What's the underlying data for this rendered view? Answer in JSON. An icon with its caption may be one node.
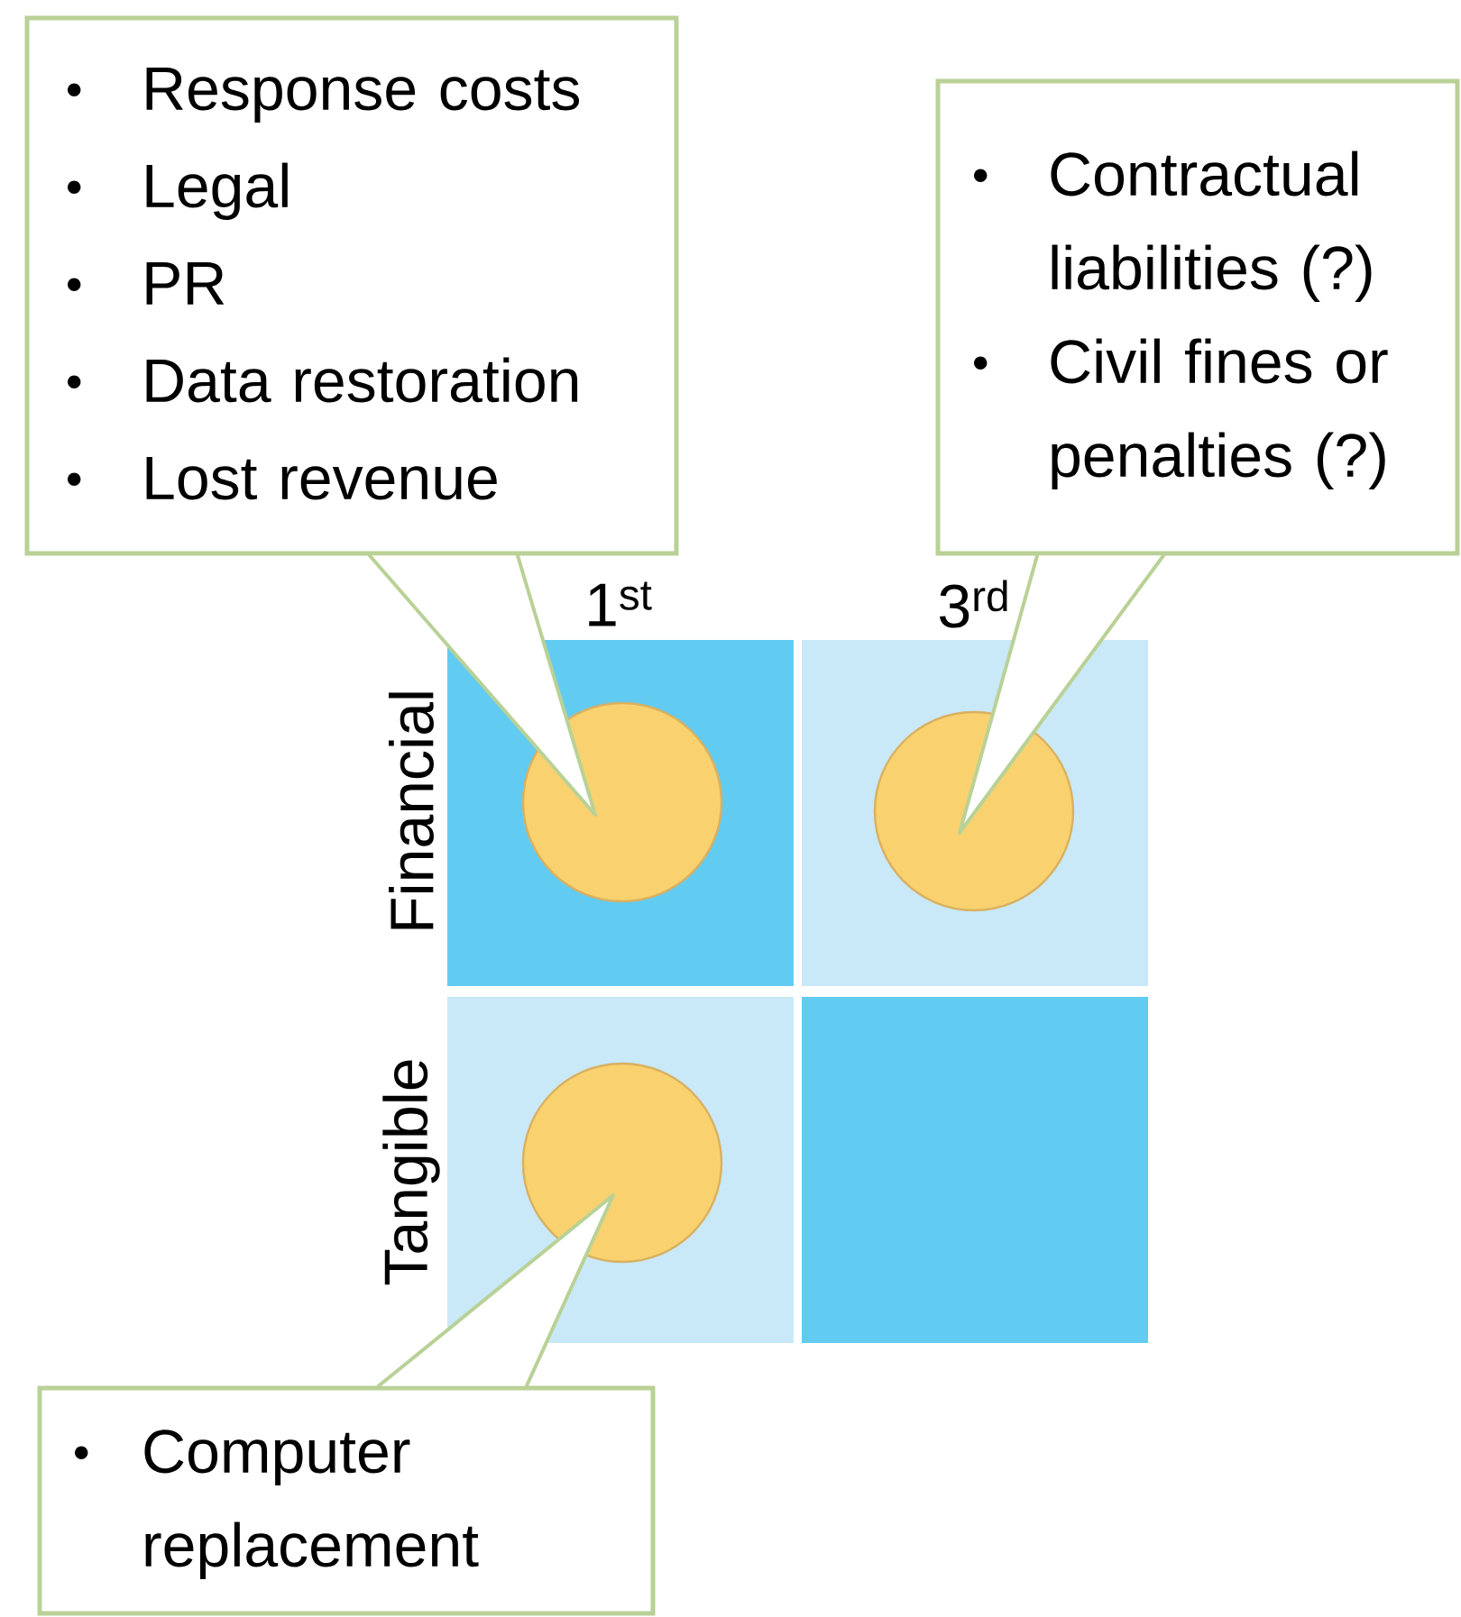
{
  "diagram": {
    "nodes": [
      {
        "text": [
          "Response costs",
          "Legal",
          "PR",
          "Data restoration",
          "Lost revenue"
        ]
      },
      {
        "text": [
          "Contractual liabilities (?)",
          "Civil fines or penalties (?)"
        ]
      },
      {
        "text": [],
        "shape": "box"
      },
      {
        "text": [],
        "shape": "box"
      },
      {
        "text": [],
        "shape": "box"
      },
      {
        "text": [],
        "shape": "box"
      },
      {
        "text": [],
        "shape": "circle",
        "in": 2
      },
      {
        "text": [],
        "shape": "circle",
        "in": 3
      },
      {
        "text": [],
        "shape": "circle",
        "in": 4
      },
      {
        "text": [
          "Computer replacement"
        ]
      }
    ],
    "edges": [
      {
        "from": 0,
        "to": 6,
        "arrow": "none"
      },
      {
        "from": 1,
        "to": 7,
        "arrow": "none"
      },
      {
        "from": 9,
        "to": 8,
        "arrow": "none"
      }
    ],
    "labels": [
      "1$^{st}$",
      "3$^{rd}$",
      "Financial",
      "Tangible"
    ]
  }
}
